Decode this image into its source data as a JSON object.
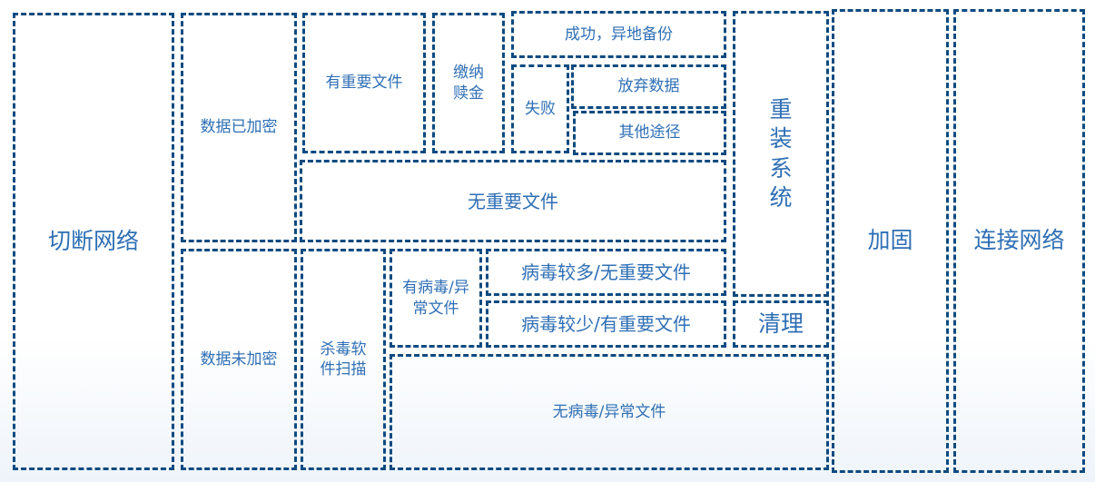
{
  "nodes": {
    "cut_network": "切断网络",
    "data_encrypted": "数据已加密",
    "important_files": "有重要文件",
    "pay_ransom": "缴纳赎金",
    "success_backup": "成功，异地备份",
    "fail": "失败",
    "abandon_data": "放弃数据",
    "other_ways": "其他途径",
    "no_important_files": "无重要文件",
    "reinstall_system": "重装系统",
    "harden": "加固",
    "connect_network": "连接网络",
    "data_not_encrypted": "数据未加密",
    "antivirus_scan": "杀毒软件扫描",
    "virus_found": "有病毒/异常文件",
    "many_virus": "病毒较多/无重要文件",
    "few_virus": "病毒较少/有重要文件",
    "clean": "清理",
    "no_virus": "无病毒/异常文件"
  }
}
